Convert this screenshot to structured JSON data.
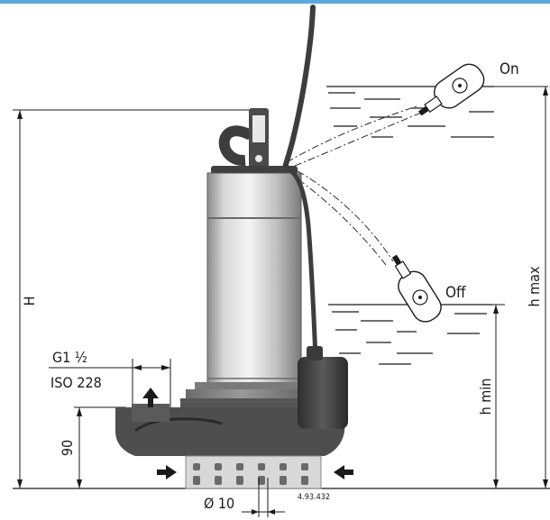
{
  "header": {
    "accent_color": "#5aa9dc"
  },
  "labels": {
    "on": "On",
    "off": "Off",
    "h_max": "h max",
    "h_min": "h min",
    "H": "H",
    "thread": "G1 ½",
    "iso": "ISO 228",
    "dim_90": "90",
    "diameter": "Ø 10",
    "drawing_id": "4.93.432"
  },
  "colors": {
    "pump_dark": "#3d3d3d",
    "pump_metal": "#b7b7b7",
    "line": "#1a1a1a"
  }
}
